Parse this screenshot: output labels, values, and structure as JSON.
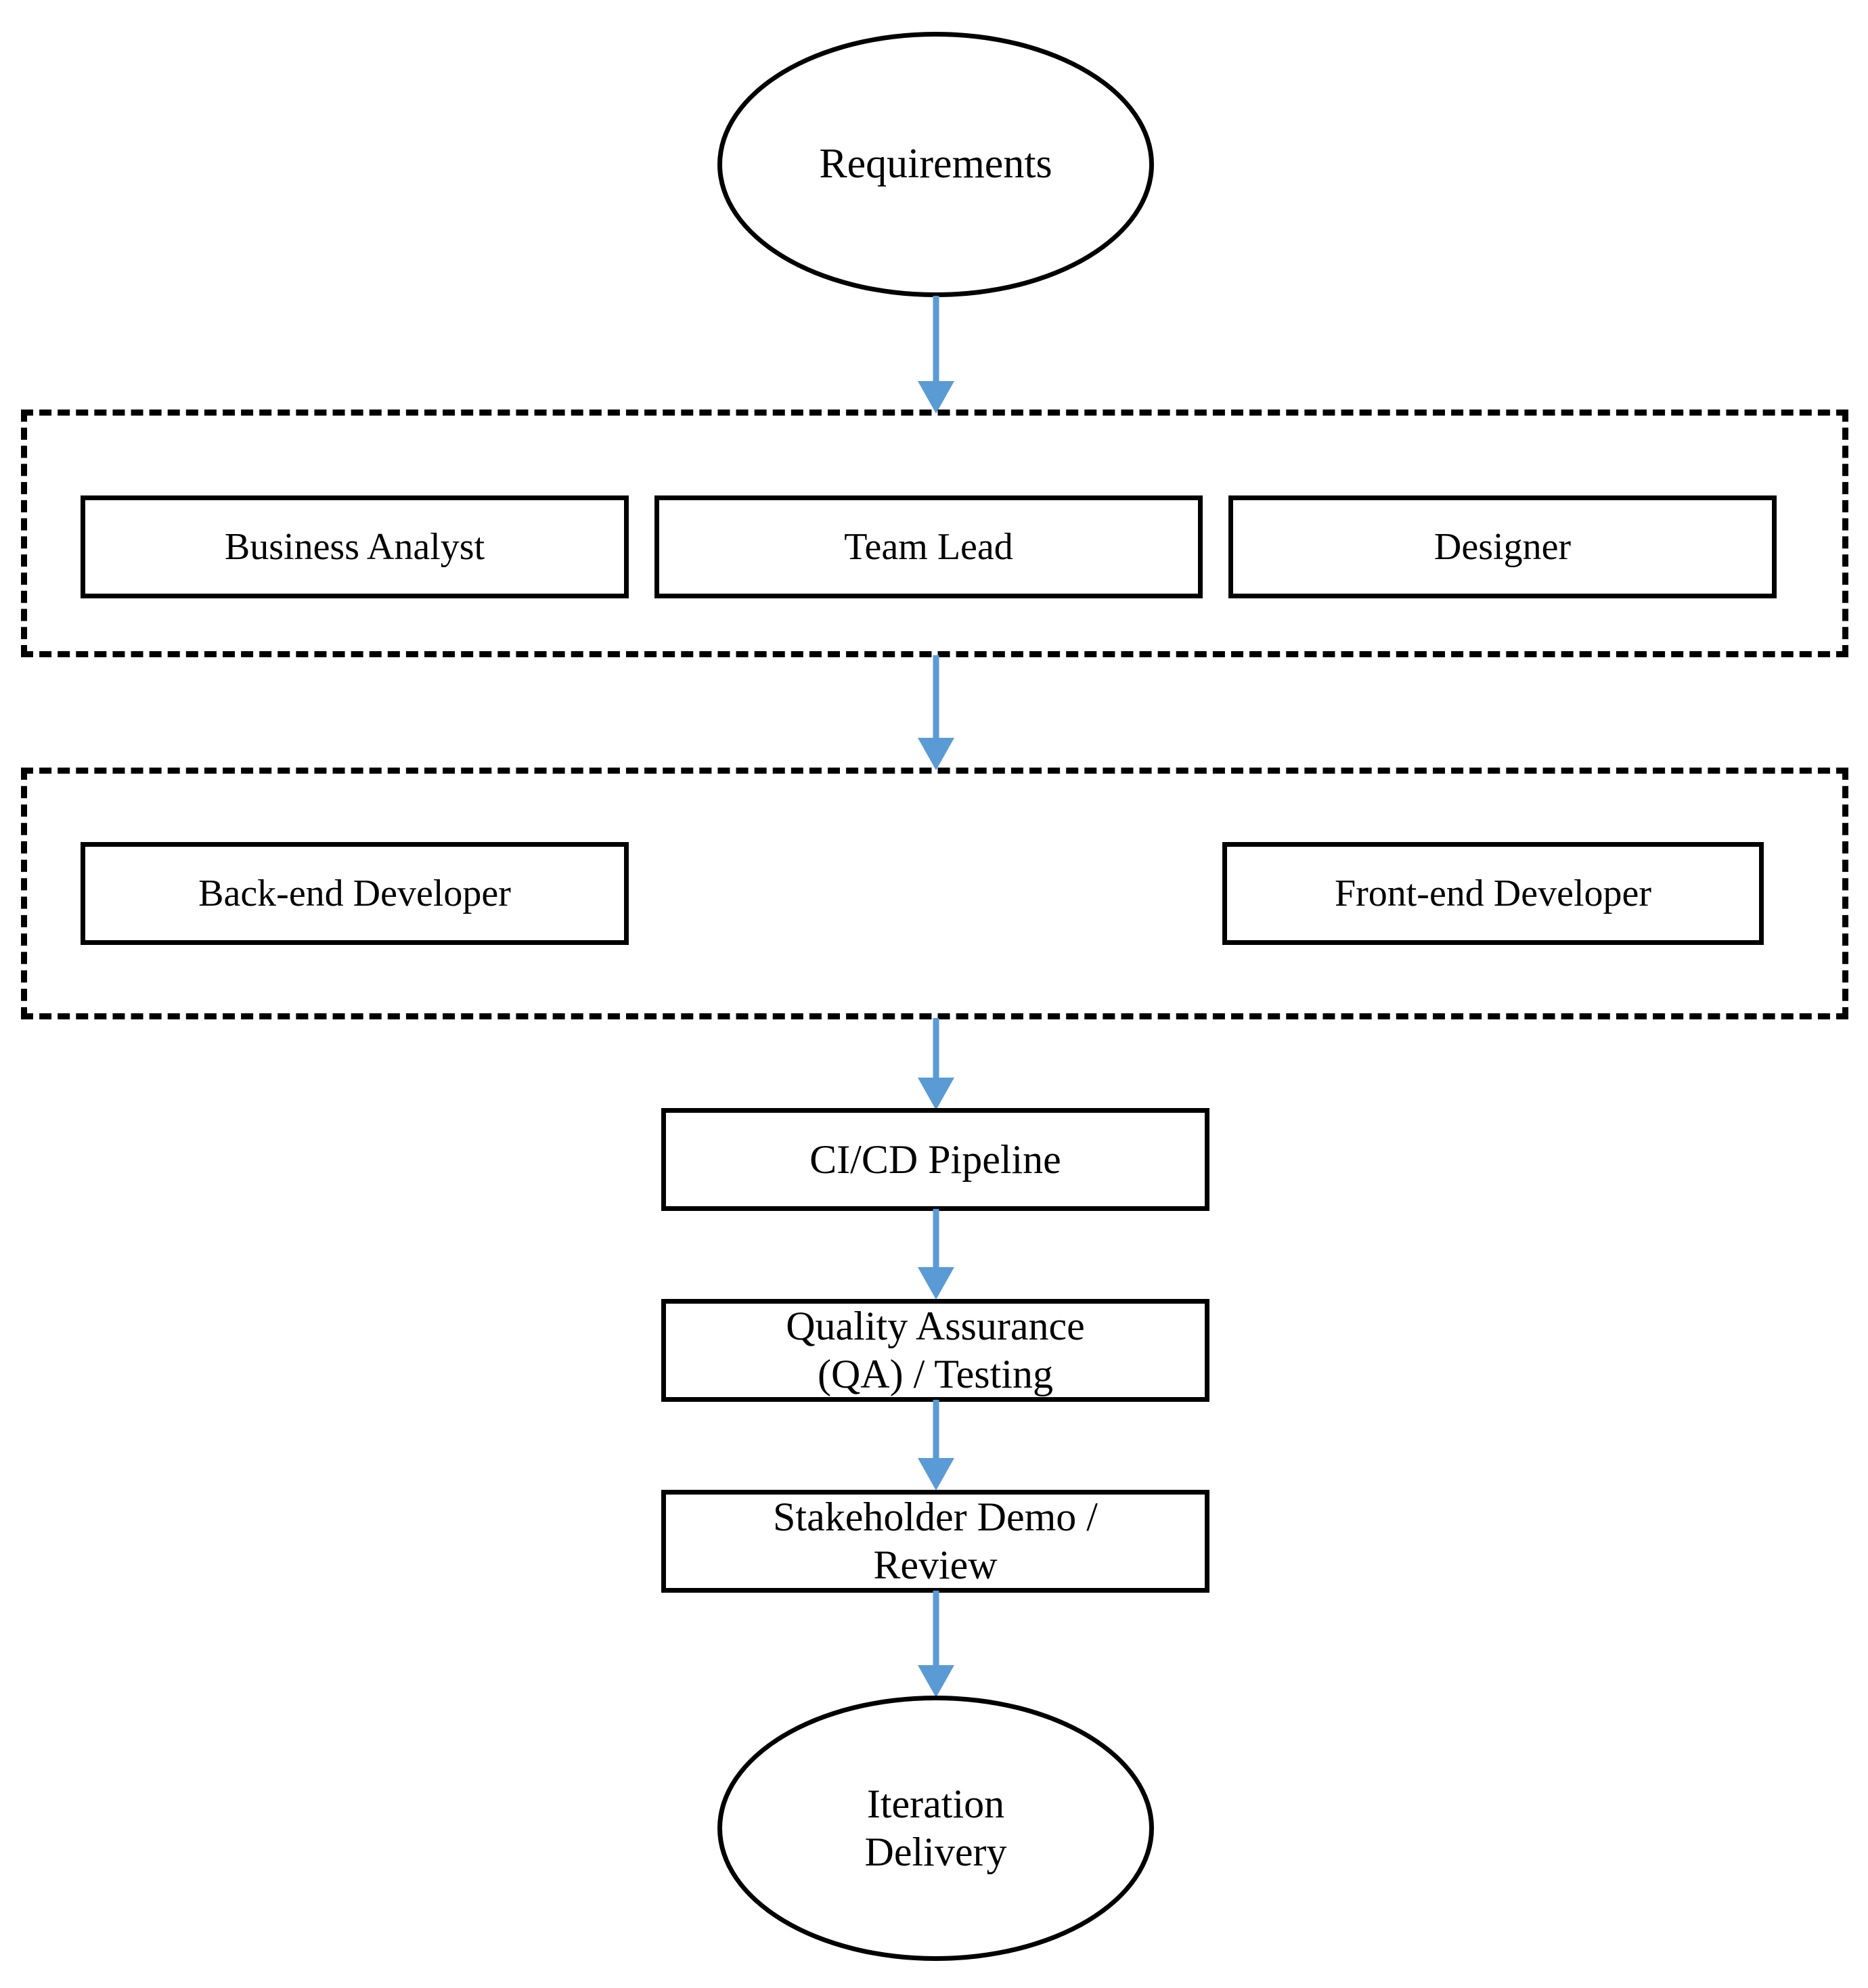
{
  "diagram": {
    "title_text_present": false,
    "background_color": "#ffffff",
    "shape_stroke_color": "#000000",
    "connector_color": "#5B9BD5",
    "text_color": "#000000",
    "nodes": {
      "requirements": {
        "label": "Requirements",
        "shape": "ellipse"
      },
      "business_analyst": {
        "label": "Business Analyst",
        "shape": "rectangle"
      },
      "team_lead": {
        "label": "Team Lead",
        "shape": "rectangle"
      },
      "designer": {
        "label": "Designer",
        "shape": "rectangle"
      },
      "backend_developer": {
        "label": "Back-end Developer",
        "shape": "rectangle"
      },
      "frontend_developer": {
        "label": "Front-end Developer",
        "shape": "rectangle"
      },
      "cicd_pipeline": {
        "label": "CI/CD Pipeline",
        "shape": "rectangle"
      },
      "qa_testing": {
        "label": "Quality Assurance\n(QA) / Testing",
        "shape": "rectangle"
      },
      "stakeholder_demo": {
        "label": "Stakeholder Demo /\nReview",
        "shape": "rectangle"
      },
      "iteration_delivery": {
        "label": "Iteration\nDelivery",
        "shape": "ellipse"
      }
    },
    "groups": {
      "group_discovery": {
        "label": "",
        "style": "dashed-container"
      },
      "group_development": {
        "label": "",
        "style": "dashed-container"
      }
    },
    "edges": [
      {
        "from": "requirements",
        "to": "group_discovery"
      },
      {
        "from": "group_discovery",
        "to": "group_development"
      },
      {
        "from": "group_development",
        "to": "cicd_pipeline"
      },
      {
        "from": "cicd_pipeline",
        "to": "qa_testing"
      },
      {
        "from": "qa_testing",
        "to": "stakeholder_demo"
      },
      {
        "from": "stakeholder_demo",
        "to": "iteration_delivery"
      }
    ]
  }
}
